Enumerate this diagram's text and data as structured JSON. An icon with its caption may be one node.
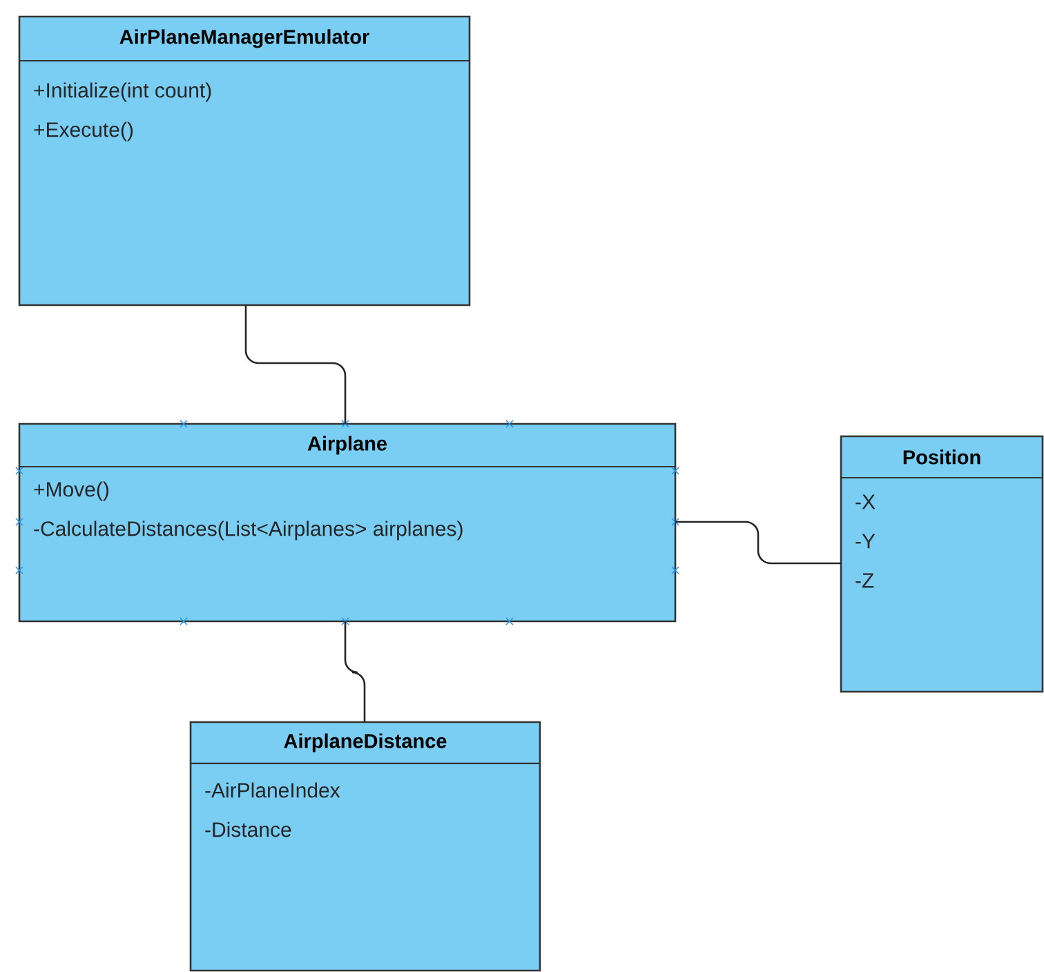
{
  "diagram": {
    "nodes": [
      {
        "text": [
          "AirPlaneManagerEmulator",
          "+Initialize(int count)",
          "+Execute()"
        ]
      },
      {
        "text": [
          "Airplane",
          "+Move()",
          "-CalculateDistances(List<Airplanes> airplanes)"
        ]
      },
      {
        "text": [
          "Position",
          "-X",
          "-Y",
          "-Z"
        ]
      },
      {
        "text": [
          "AirplaneDistance",
          "-AirPlaneIndex",
          "-Distance"
        ]
      }
    ],
    "edges": [
      {
        "from": 0,
        "to": 1,
        "arrow": "none"
      },
      {
        "from": 1,
        "to": 2,
        "arrow": "none"
      },
      {
        "from": 1,
        "to": 3,
        "arrow": "none"
      }
    ]
  }
}
